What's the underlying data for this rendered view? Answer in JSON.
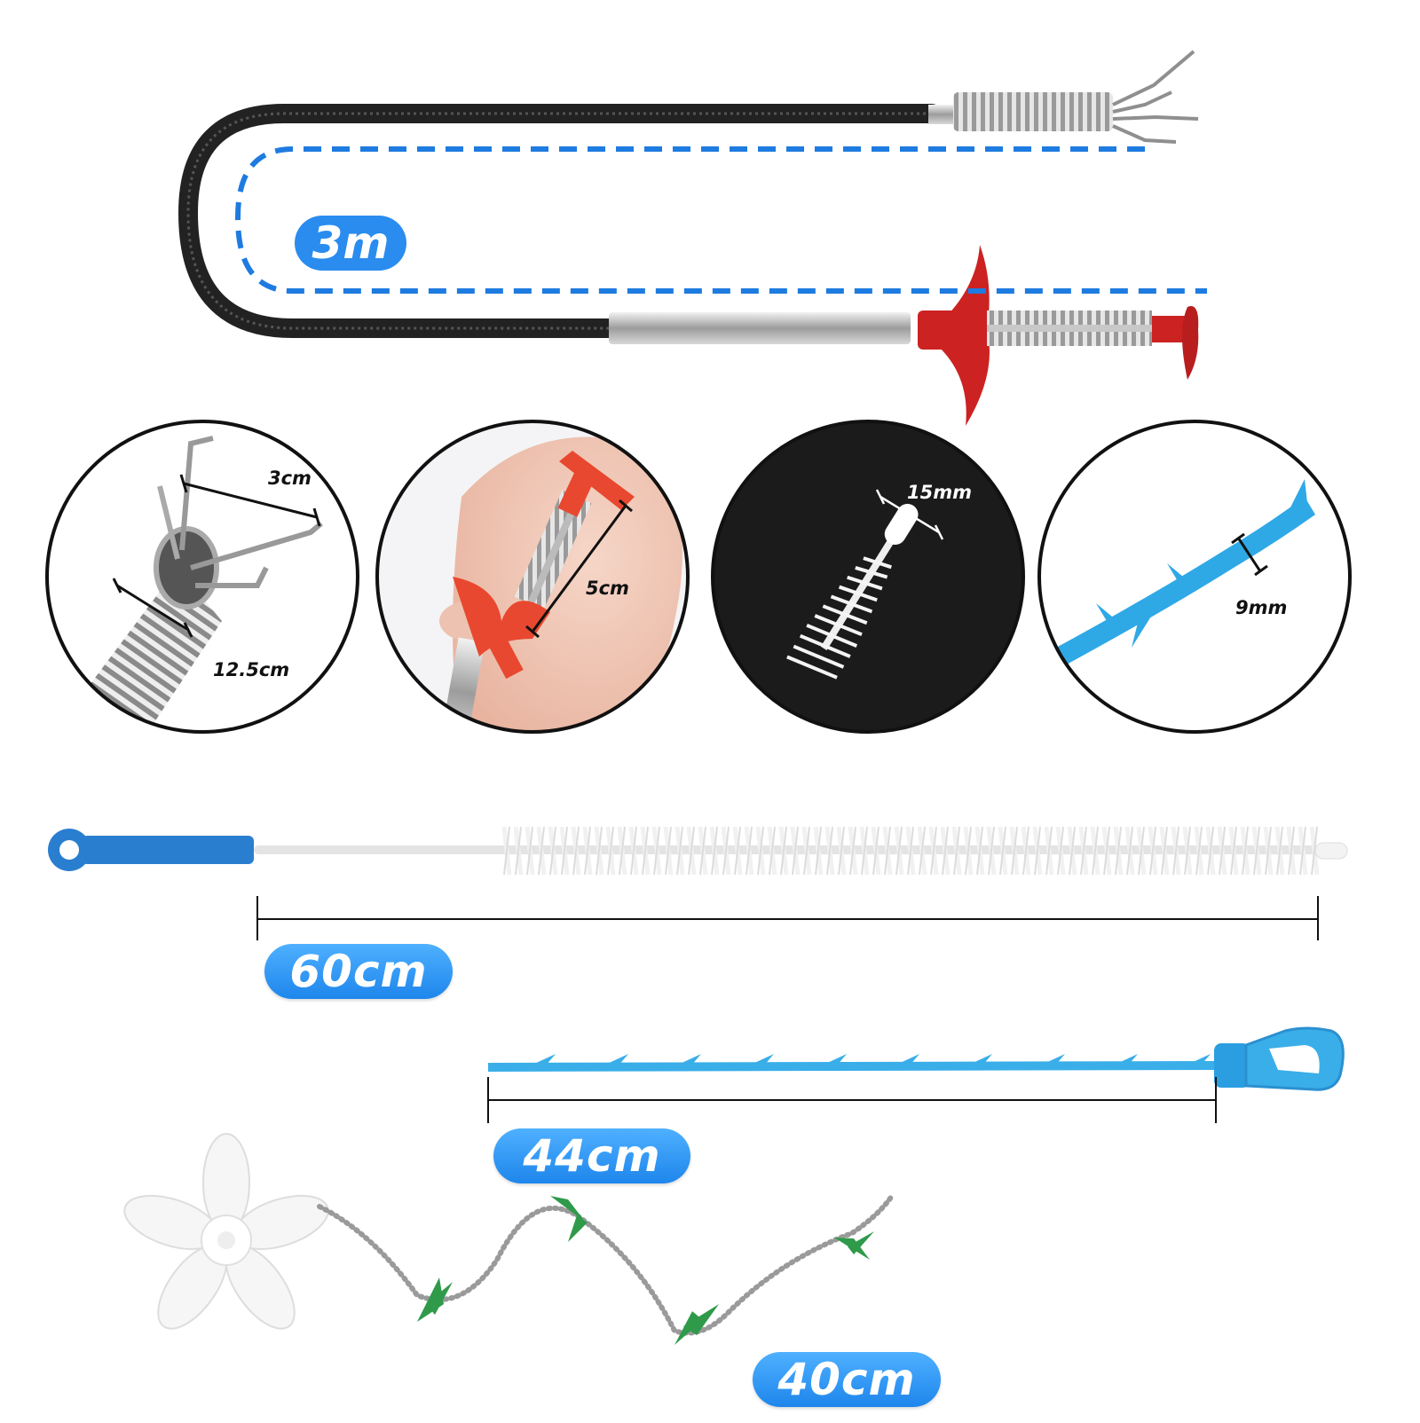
{
  "labels": {
    "cable_length": "3m",
    "claw_width": "3cm",
    "spring_length": "12.5cm",
    "plunger_travel": "5cm",
    "brush_tip": "15mm",
    "barb_width": "9mm",
    "brush_length": "60cm",
    "barbed_strip_length": "44cm",
    "chain_length": "40cm"
  },
  "colors": {
    "accent_blue": "#1e86ec",
    "handle_red": "#cc2222",
    "strip_blue": "#3aaee8",
    "leaf_green": "#2f9a4a",
    "dark_bg": "#1b1b1b"
  }
}
